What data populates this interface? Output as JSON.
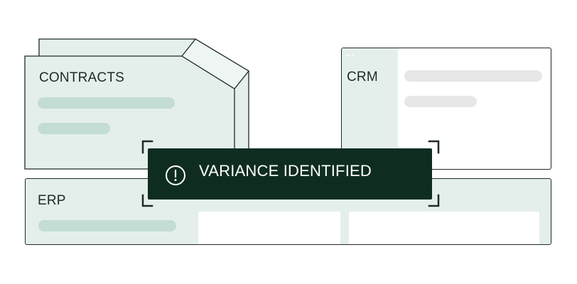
{
  "contracts": {
    "title": "CONTRACTS"
  },
  "crm": {
    "title": "CRM"
  },
  "erp": {
    "title": "ERP"
  },
  "alert": {
    "text": "VARIANCE IDENTIFIED",
    "icon": "exclamation-circle-icon"
  },
  "colors": {
    "panel_fill": "#e4efec",
    "bar_fill": "#c3ddd4",
    "crm_bar_fill": "#e7e7e7",
    "alert_bg": "#0e2d20",
    "stroke": "#1f2a26"
  }
}
